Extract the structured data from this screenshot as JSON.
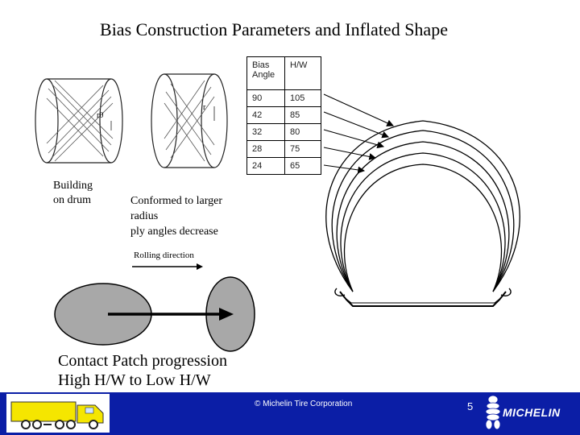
{
  "title": "Bias Construction Parameters and Inflated Shape",
  "drum_labels": {
    "r0": "r0",
    "r": "r"
  },
  "building_label": [
    "Building",
    "on drum"
  ],
  "conformed_label": [
    "Conformed to larger",
    "radius",
    "ply angles decrease"
  ],
  "rolling_label": "Rolling direction",
  "contact_patch": [
    "Contact Patch progression",
    "High H/W to Low H/W"
  ],
  "table": {
    "headers": [
      "Bias Angle",
      "H/W"
    ],
    "rows": [
      [
        "90",
        "105"
      ],
      [
        "42",
        "85"
      ],
      [
        "32",
        "80"
      ],
      [
        "28",
        "75"
      ],
      [
        "24",
        "65"
      ]
    ]
  },
  "footer": {
    "copyright": "© Michelin Tire Corporation",
    "page": "5",
    "brand": "MICHELIN"
  },
  "colors": {
    "footer_bg": "#0b1ea6",
    "patch_fill": "#a8a8a8",
    "brand_yellow": "#f5e600"
  }
}
